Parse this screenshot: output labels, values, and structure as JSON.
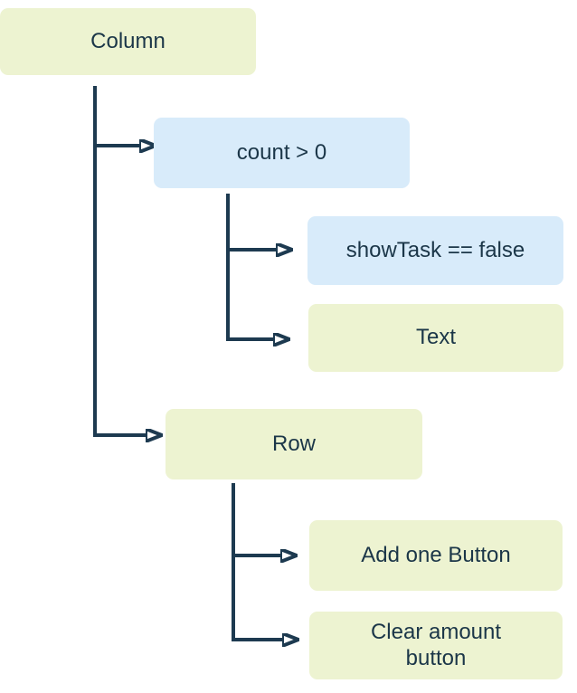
{
  "diagram": {
    "type": "widget-tree",
    "colors": {
      "widget_fill": "#edf3d1",
      "condition_fill": "#d8ebfa",
      "connector": "#1d3a50",
      "text": "#1b3648"
    },
    "nodes": {
      "column": {
        "label": "Column",
        "kind": "widget"
      },
      "count": {
        "label": "count > 0",
        "kind": "condition"
      },
      "showtask": {
        "label": "showTask == false",
        "kind": "condition"
      },
      "text": {
        "label": "Text",
        "kind": "widget"
      },
      "row": {
        "label": "Row",
        "kind": "widget"
      },
      "addone": {
        "label": "Add one Button",
        "kind": "widget"
      },
      "clear": {
        "label": "Clear amount button",
        "kind": "widget"
      }
    },
    "edges": [
      {
        "from": "column",
        "to": "count"
      },
      {
        "from": "column",
        "to": "row"
      },
      {
        "from": "count",
        "to": "showtask"
      },
      {
        "from": "count",
        "to": "text"
      },
      {
        "from": "row",
        "to": "addone"
      },
      {
        "from": "row",
        "to": "clear"
      }
    ]
  }
}
